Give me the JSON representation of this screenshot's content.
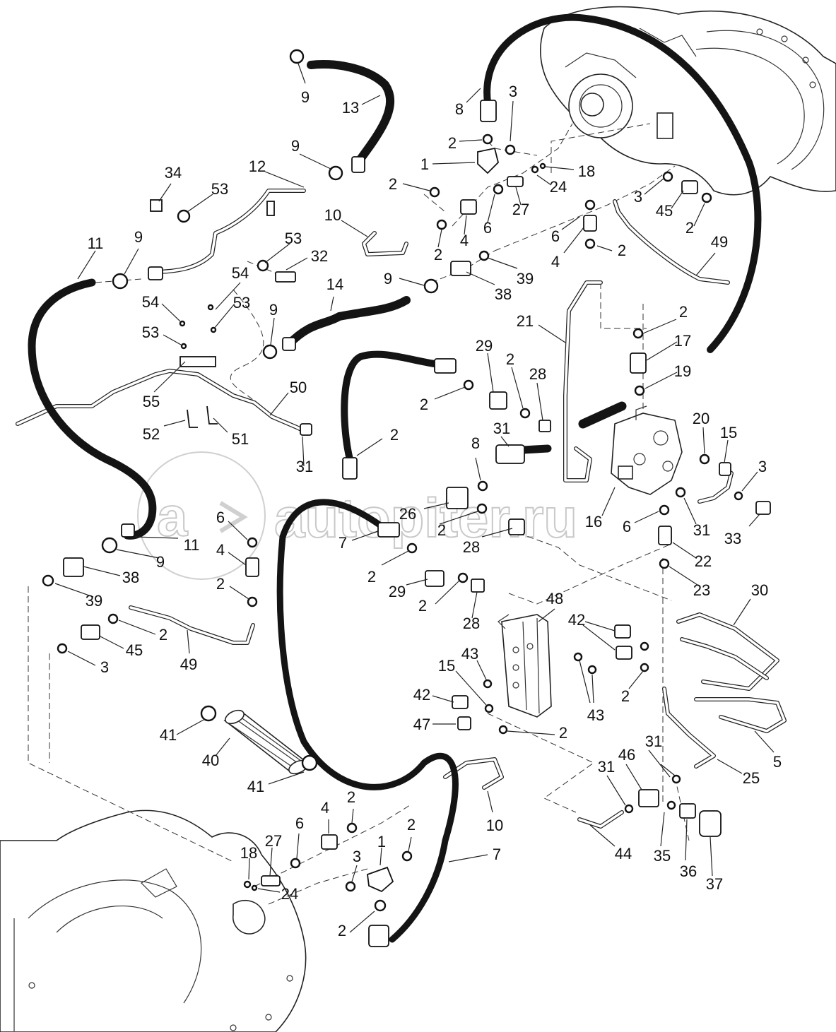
{
  "watermark": {
    "text": "autopiter.ru"
  },
  "callouts": [
    "1",
    "2",
    "3",
    "4",
    "5",
    "6",
    "7",
    "8",
    "9",
    "10",
    "11",
    "12",
    "13",
    "14",
    "15",
    "16",
    "17",
    "18",
    "19",
    "20",
    "21",
    "22",
    "23",
    "24",
    "25",
    "26",
    "27",
    "28",
    "29",
    "30",
    "31",
    "32",
    "33",
    "34",
    "35",
    "36",
    "37",
    "38",
    "39",
    "40",
    "41",
    "42",
    "43",
    "44",
    "45",
    "46",
    "47",
    "48",
    "49",
    "50",
    "51",
    "52",
    "53",
    "54",
    "55"
  ],
  "labels": [
    {
      "n": "9"
    },
    {
      "n": "13"
    },
    {
      "n": "8"
    },
    {
      "n": "3"
    },
    {
      "n": "2"
    },
    {
      "n": "1"
    },
    {
      "n": "18"
    },
    {
      "n": "2"
    },
    {
      "n": "24"
    },
    {
      "n": "27"
    },
    {
      "n": "3"
    },
    {
      "n": "45"
    },
    {
      "n": "2"
    },
    {
      "n": "34"
    },
    {
      "n": "12"
    },
    {
      "n": "9"
    },
    {
      "n": "53"
    },
    {
      "n": "10"
    },
    {
      "n": "6"
    },
    {
      "n": "4"
    },
    {
      "n": "2"
    },
    {
      "n": "6"
    },
    {
      "n": "4"
    },
    {
      "n": "2"
    },
    {
      "n": "49"
    },
    {
      "n": "11"
    },
    {
      "n": "9"
    },
    {
      "n": "53"
    },
    {
      "n": "32"
    },
    {
      "n": "9"
    },
    {
      "n": "38"
    },
    {
      "n": "39"
    },
    {
      "n": "54"
    },
    {
      "n": "14"
    },
    {
      "n": "54"
    },
    {
      "n": "53"
    },
    {
      "n": "53"
    },
    {
      "n": "21"
    },
    {
      "n": "2"
    },
    {
      "n": "9"
    },
    {
      "n": "17"
    },
    {
      "n": "29"
    },
    {
      "n": "2"
    },
    {
      "n": "19"
    },
    {
      "n": "28"
    },
    {
      "n": "55"
    },
    {
      "n": "50"
    },
    {
      "n": "2"
    },
    {
      "n": "52"
    },
    {
      "n": "51"
    },
    {
      "n": "31"
    },
    {
      "n": "20"
    },
    {
      "n": "15"
    },
    {
      "n": "2"
    },
    {
      "n": "8"
    },
    {
      "n": "31"
    },
    {
      "n": "3"
    },
    {
      "n": "16"
    },
    {
      "n": "6"
    },
    {
      "n": "31"
    },
    {
      "n": "33"
    },
    {
      "n": "26"
    },
    {
      "n": "2"
    },
    {
      "n": "6"
    },
    {
      "n": "4"
    },
    {
      "n": "11"
    },
    {
      "n": "9"
    },
    {
      "n": "7"
    },
    {
      "n": "28"
    },
    {
      "n": "22"
    },
    {
      "n": "2"
    },
    {
      "n": "29"
    },
    {
      "n": "2"
    },
    {
      "n": "23"
    },
    {
      "n": "38"
    },
    {
      "n": "39"
    },
    {
      "n": "2"
    },
    {
      "n": "28"
    },
    {
      "n": "30"
    },
    {
      "n": "48"
    },
    {
      "n": "2"
    },
    {
      "n": "45"
    },
    {
      "n": "49"
    },
    {
      "n": "3"
    },
    {
      "n": "42"
    },
    {
      "n": "43"
    },
    {
      "n": "15"
    },
    {
      "n": "42"
    },
    {
      "n": "2"
    },
    {
      "n": "43"
    },
    {
      "n": "47"
    },
    {
      "n": "2"
    },
    {
      "n": "5"
    },
    {
      "n": "41"
    },
    {
      "n": "40"
    },
    {
      "n": "31"
    },
    {
      "n": "46"
    },
    {
      "n": "31"
    },
    {
      "n": "25"
    },
    {
      "n": "41"
    },
    {
      "n": "2"
    },
    {
      "n": "4"
    },
    {
      "n": "10"
    },
    {
      "n": "2"
    },
    {
      "n": "6"
    },
    {
      "n": "1"
    },
    {
      "n": "27"
    },
    {
      "n": "3"
    },
    {
      "n": "7"
    },
    {
      "n": "18"
    },
    {
      "n": "24"
    },
    {
      "n": "2"
    },
    {
      "n": "44"
    },
    {
      "n": "35"
    },
    {
      "n": "36"
    },
    {
      "n": "37"
    }
  ]
}
